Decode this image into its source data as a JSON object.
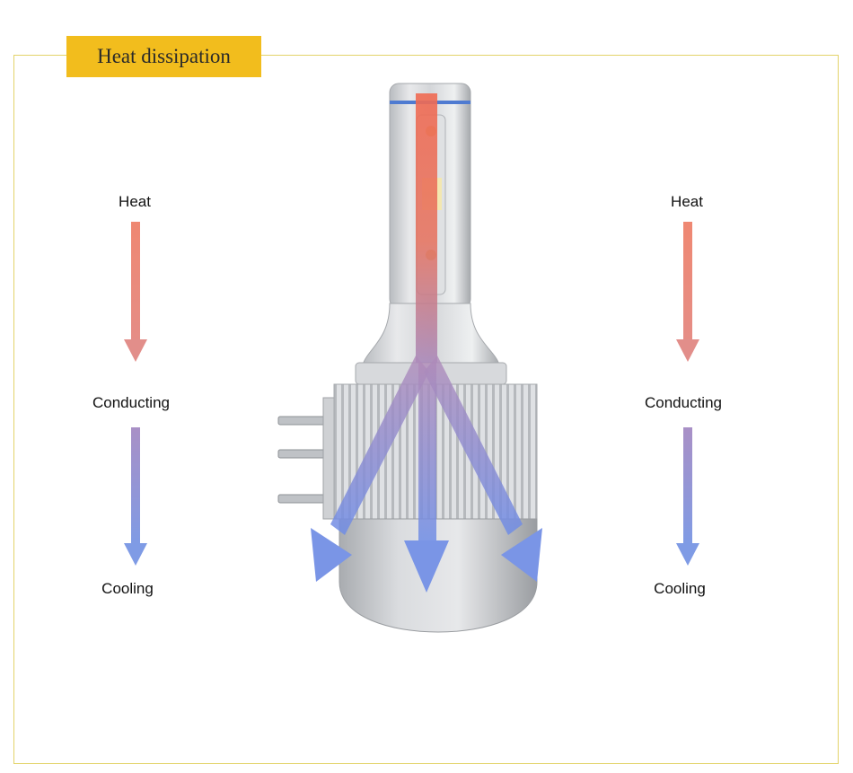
{
  "title": "Heat dissipation",
  "left_column": {
    "heat_label": "Heat",
    "conducting_label": "Conducting",
    "cooling_label": "Cooling"
  },
  "right_column": {
    "heat_label": "Heat",
    "conducting_label": "Conducting",
    "cooling_label": "Cooling"
  },
  "colors": {
    "badge": "#f2bd1d",
    "frame": "#e3d36a",
    "heat_red": "#ef8872",
    "conduct_purple": "#a990c6",
    "cool_blue": "#7f9be5"
  }
}
